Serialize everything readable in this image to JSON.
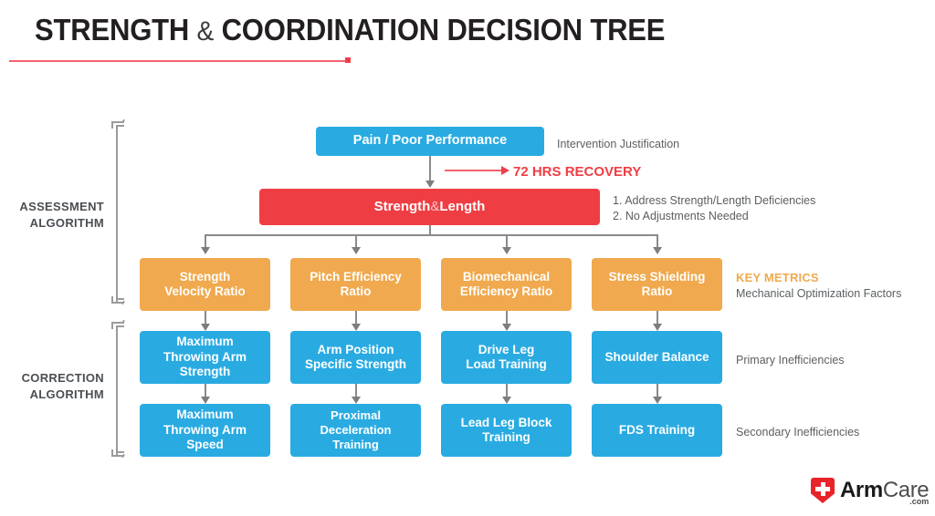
{
  "title": {
    "part1": "STRENGTH ",
    "amp": "&",
    "part2": " COORDINATION DECISION TREE"
  },
  "nodes": {
    "root": "Pain / Poor Performance",
    "assessment_part1": "Strength ",
    "assessment_amp": "&",
    "assessment_part2": " Length",
    "metrics": [
      "Strength\nVelocity Ratio",
      "Pitch Efficiency\nRatio",
      "Biomechanical\nEfficiency Ratio",
      "Stress Shielding\nRatio"
    ],
    "primary": [
      "Maximum\nThrowing Arm\nStrength",
      "Arm Position\nSpecific Strength",
      "Drive Leg\nLoad Training",
      "Shoulder Balance"
    ],
    "secondary": [
      "Maximum\nThrowing Arm\nSpeed",
      "Proximal Deceleration\nTraining",
      "Lead Leg Block\nTraining",
      "FDS Training"
    ]
  },
  "annotations": {
    "root_note": "Intervention Justification",
    "recovery": "72 HRS RECOVERY",
    "assessment_note_1": "1. Address Strength/Length Deficiencies",
    "assessment_note_2": "2. No Adjustments Needed",
    "key_metrics_title": "KEY METRICS",
    "key_metrics_sub": "Mechanical Optimization Factors",
    "primary_note": "Primary Inefficiencies",
    "secondary_note": "Secondary Inefficiencies"
  },
  "side_labels": {
    "assessment": "ASSESSMENT\nALGORITHM",
    "correction": "CORRECTION\nALGORITHM"
  },
  "logo": {
    "arm": "Arm",
    "care": "Care",
    "com": ".com"
  },
  "colors": {
    "blue": "#29ABE2",
    "orange": "#F0A94E",
    "red": "#EF3E43",
    "accent_line": "#F4636B",
    "text_gray": "#5B5F62"
  }
}
